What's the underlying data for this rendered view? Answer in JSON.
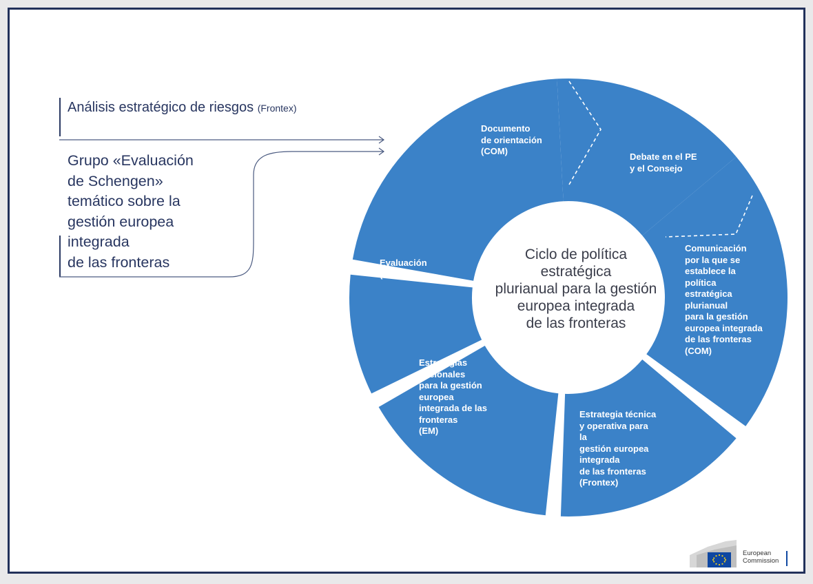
{
  "left": {
    "analysis": "Análisis estratégico de riesgos",
    "analysis_suffix": "(Frontex)",
    "group_lines": [
      "Grupo «Evaluación",
      "de Schengen»",
      "temático sobre la",
      "gestión europea",
      "integrada",
      "de las fronteras"
    ]
  },
  "center": {
    "lines": [
      "Ciclo de política",
      "estratégica",
      "plurianual para la gestión",
      "europea integrada",
      "de las fronteras"
    ]
  },
  "segments": [
    {
      "id": "documento",
      "lines": [
        "Documento",
        "de orientación",
        "(COM)"
      ]
    },
    {
      "id": "debate",
      "lines": [
        "Debate en el PE",
        "y el Consejo"
      ]
    },
    {
      "id": "comunicacion",
      "lines": [
        "Comunicación",
        "por la que se",
        "establece la",
        "política",
        "estratégica",
        "plurianual",
        "para la gestión",
        "europea integrada",
        "de las fronteras",
        "(COM)"
      ]
    },
    {
      "id": "estrategia-tecnica",
      "lines": [
        "Estrategia técnica",
        "y operativa para",
        "la",
        "gestión europea",
        "integrada",
        "de las fronteras",
        "(Frontex)"
      ]
    },
    {
      "id": "estrategias-nacionales",
      "lines": [
        "Estrategias",
        "nacionales",
        "para la gestión",
        "europea",
        "integrada de las",
        "fronteras",
        "(EM)"
      ]
    },
    {
      "id": "evaluacion",
      "lines": [
        "Evaluación",
        "(COM)"
      ]
    }
  ],
  "logo": {
    "lines": [
      "European",
      "Commission"
    ]
  },
  "colors": {
    "segment": "#3b82c8",
    "text_dark": "#283660",
    "border": "#22315a"
  }
}
